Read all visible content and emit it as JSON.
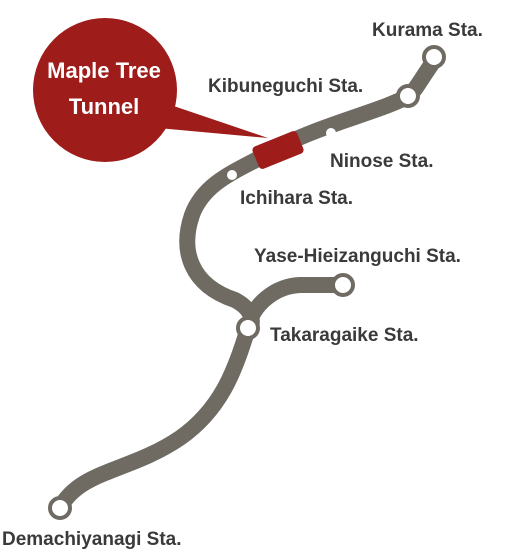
{
  "colors": {
    "track": "#6f6b63",
    "highlight": "#9e1c1a",
    "station_fill": "#ffffff",
    "label": "#3a3a3a"
  },
  "callout": {
    "line1": "Maple Tree",
    "line2": "Tunnel"
  },
  "stations": {
    "kurama": "Kurama Sta.",
    "kibuneguchi": "Kibuneguchi Sta.",
    "ninose": "Ninose Sta.",
    "ichihara": "Ichihara Sta.",
    "yase": "Yase-Hieizanguchi Sta.",
    "takaragaike": "Takaragaike Sta.",
    "demachiyanagi": "Demachiyanagi Sta."
  }
}
